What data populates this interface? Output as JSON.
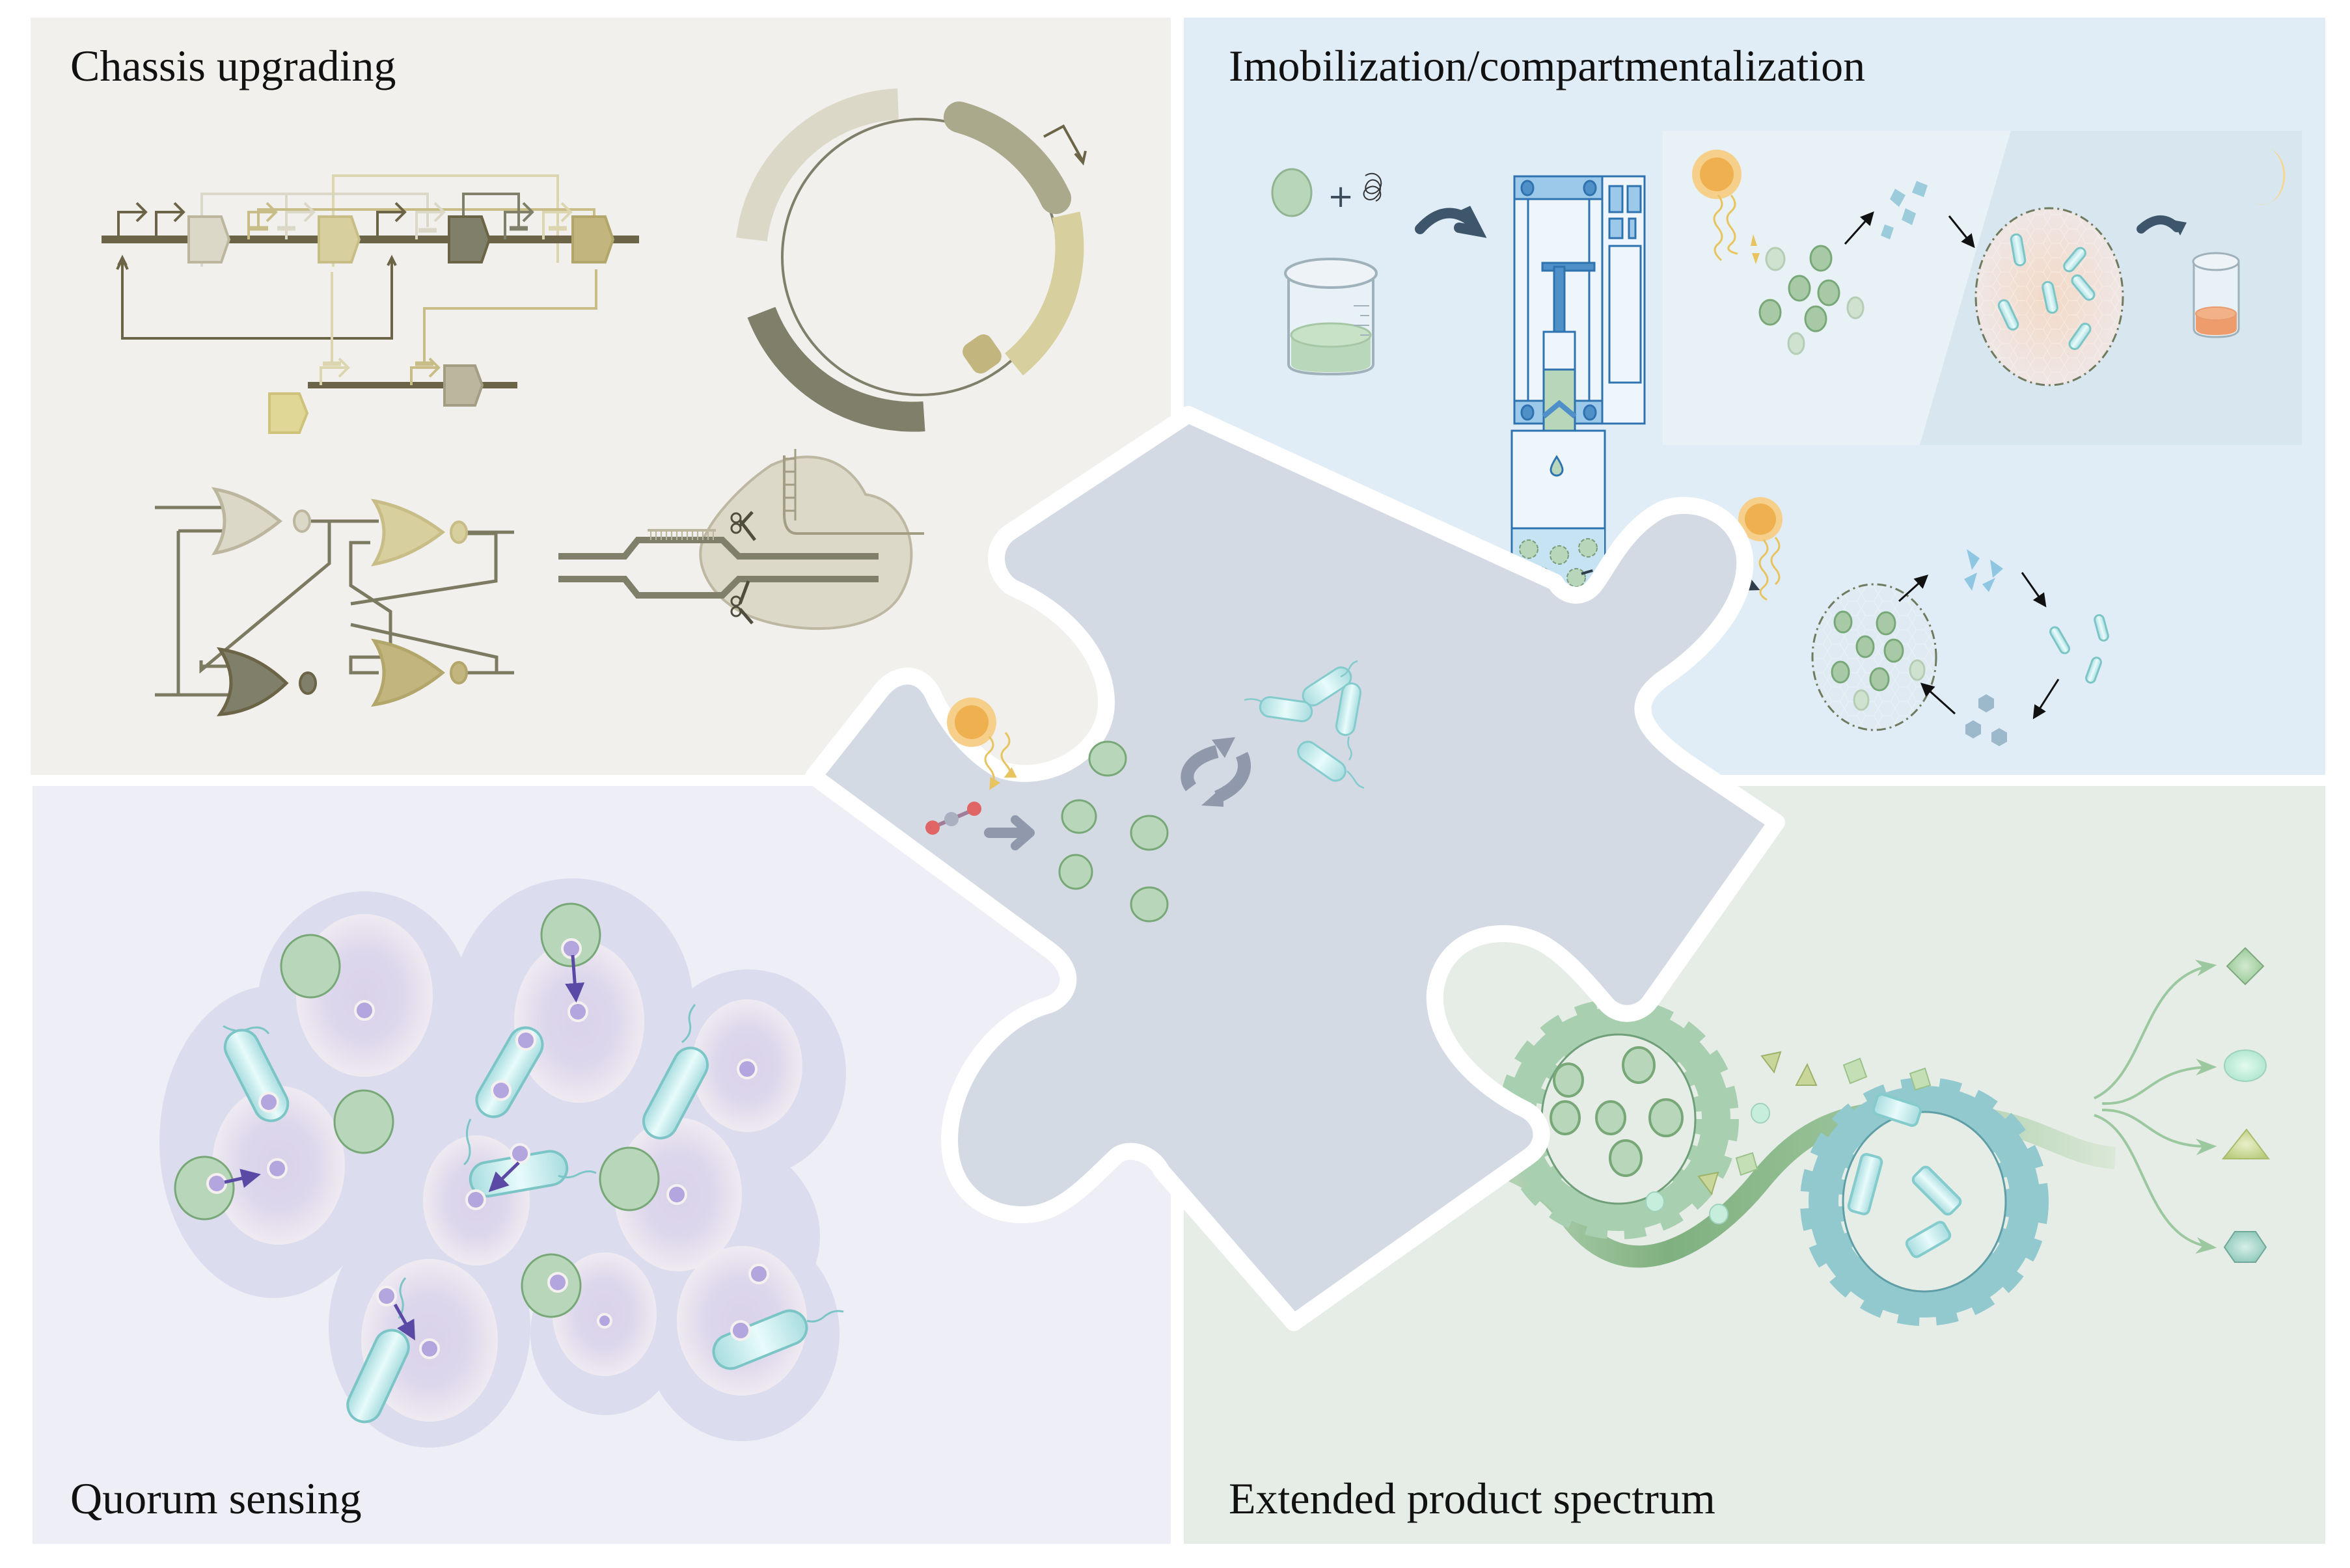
{
  "figure": {
    "panels": [
      {
        "id": "chassis",
        "title": "Chassis upgrading",
        "background": "#f1f0ec"
      },
      {
        "id": "immobilization",
        "title": "Imobilization/compartmentalization",
        "background": "#e1edf6"
      },
      {
        "id": "quorum",
        "title": "Quorum sensing",
        "background": "#eeeef7"
      },
      {
        "id": "products",
        "title": "Extended product spectrum",
        "background": "#e6ede6"
      }
    ],
    "center": {
      "label": "central-puzzle-piece",
      "background": "#d3dae3"
    },
    "icons": {
      "sun": "sun-icon",
      "moon": "moon-icon",
      "co2": "co2-molecule-icon",
      "cell": "microalgae-cell-icon",
      "bacterium": "bacterium-icon",
      "gear": "gear-icon",
      "beaker": "beaker-icon",
      "syringe_pump": "syringe-pump-icon",
      "cas9": "cas9-scissors-icon",
      "logic_gate": "nor-gate-icon",
      "plasmid": "plasmid-icon"
    },
    "products": [
      "diamond",
      "circle",
      "triangle",
      "hexagon"
    ],
    "colors": {
      "dna_dark": "#6b6446",
      "gene_light": "#dcd8c8",
      "gene_tan": "#d8cf9e",
      "gene_dark": "#807f6a",
      "gene_gold": "#c2b57e",
      "algae_green": "#b8d6b9",
      "algae_stroke": "#78a878",
      "bacteria_cyan": "#b9e4e6",
      "bacteria_stroke": "#7cc5c7",
      "sun_orange": "#efb050",
      "signal_purple": "#b3a5dd",
      "arrow_purple": "#5a49a5",
      "gear_green": "#a8cfb0",
      "gear_teal": "#92c9cf",
      "pump_blue": "#2e73b0",
      "puzzle_gray": "#d3dae3",
      "arrow_gray": "#8f99ab"
    }
  }
}
